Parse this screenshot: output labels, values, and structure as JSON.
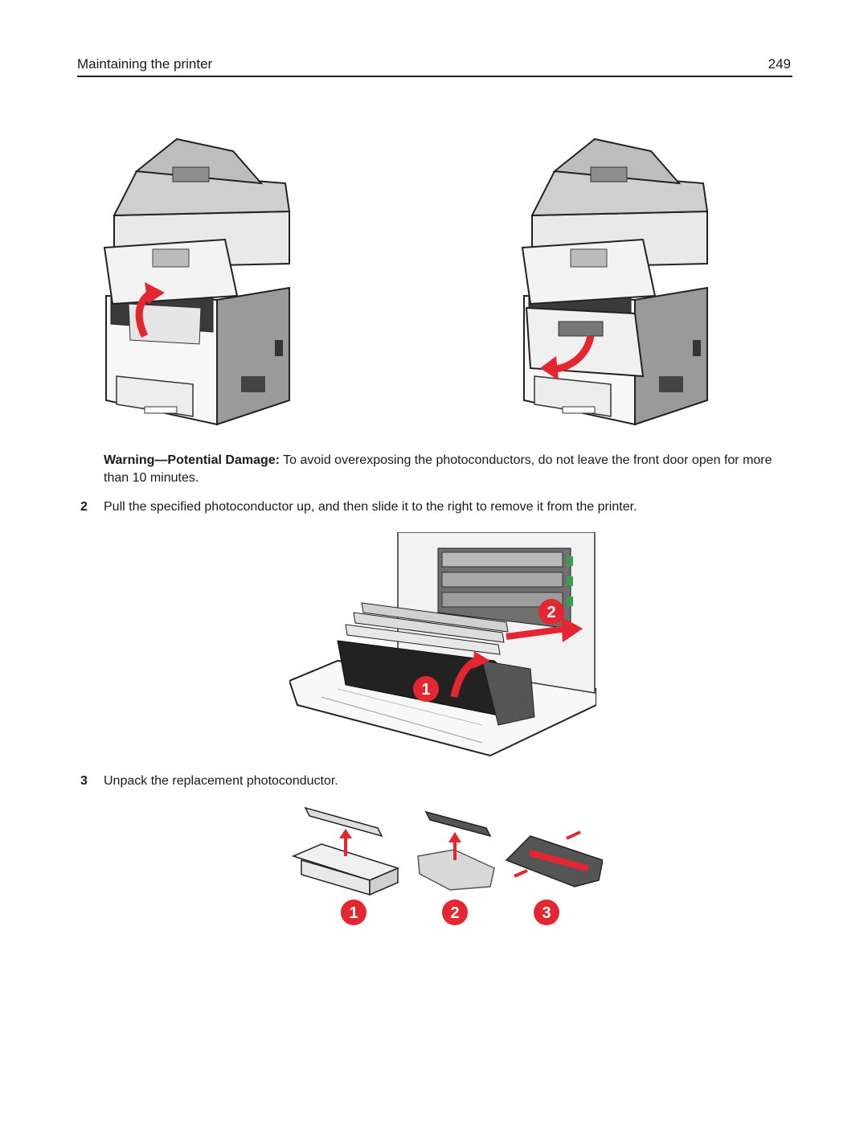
{
  "header": {
    "title": "Maintaining the printer",
    "page_number": "249"
  },
  "warning": {
    "label": "Warning—Potential Damage:",
    "text": " To avoid overexposing the photoconductors, do not leave the front door open for more than 10 minutes."
  },
  "steps": [
    {
      "number": "2",
      "text": "Pull the specified photoconductor up, and then slide it to the right to remove it from the printer."
    },
    {
      "number": "3",
      "text": "Unpack the replacement photoconductor."
    }
  ],
  "callouts": {
    "removal": [
      "1",
      "2"
    ],
    "unpack": [
      "1",
      "2",
      "3"
    ]
  },
  "colors": {
    "callout_red": "#e3262f",
    "rule": "#222222"
  }
}
